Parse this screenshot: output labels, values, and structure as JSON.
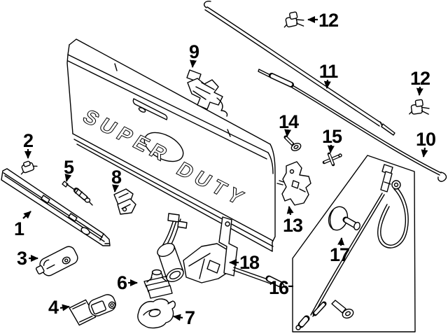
{
  "figure": {
    "background": "#ffffff",
    "line_color": "#000000",
    "tailgate": {
      "embossed_word_1": "SUPER",
      "embossed_word_2": "DUTY"
    },
    "callouts": {
      "c1": "1",
      "c2": "2",
      "c3": "3",
      "c4": "4",
      "c5": "5",
      "c6": "6",
      "c7": "7",
      "c8": "8",
      "c9": "9",
      "c10": "10",
      "c11": "11",
      "c12a": "12",
      "c12b": "12",
      "c13": "13",
      "c14": "14",
      "c15": "15",
      "c16": "16",
      "c17": "17",
      "c18": "18"
    }
  }
}
